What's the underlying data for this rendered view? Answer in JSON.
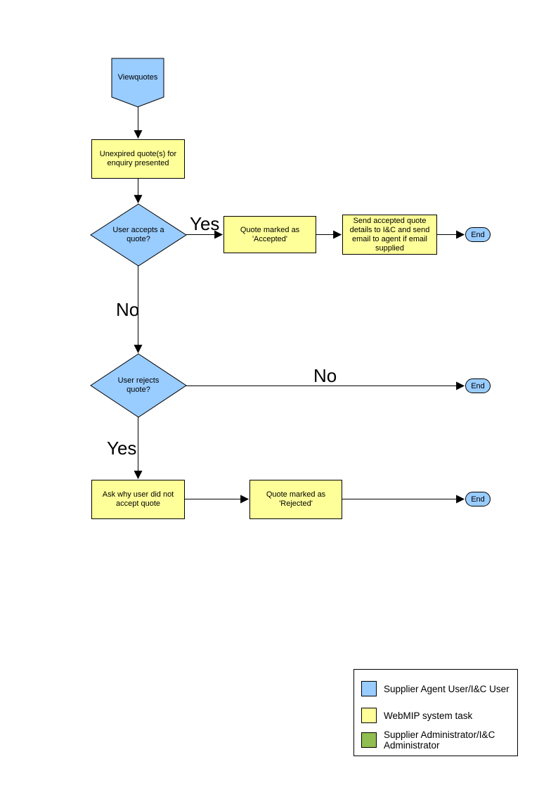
{
  "colors": {
    "user_shape": "#99CCFF",
    "system_shape": "#FFFF99",
    "admin_shape": "#90BE50",
    "line": "#000000"
  },
  "flowchart": {
    "start": {
      "label": "Viewquotes"
    },
    "process_unexpired": {
      "label": "Unexpired quote(s) for enquiry presented"
    },
    "decision_accept": {
      "label": "User accepts a quote?"
    },
    "process_accepted": {
      "label": "Quote marked as 'Accepted'"
    },
    "process_send_details": {
      "label": "Send accepted quote details to I&C and send email to agent if email supplied"
    },
    "end_accept": {
      "label": "End"
    },
    "decision_reject": {
      "label": "User rejects quote?"
    },
    "end_reject_no": {
      "label": "End"
    },
    "process_ask_why": {
      "label": "Ask why user did not accept quote"
    },
    "process_rejected": {
      "label": "Quote marked as 'Rejected'"
    },
    "end_rejected": {
      "label": "End"
    },
    "edge_labels": {
      "accept_yes": "Yes",
      "accept_no": "No",
      "reject_no": "No",
      "reject_yes": "Yes"
    }
  },
  "legend": {
    "items": [
      {
        "color": "#99CCFF",
        "label": "Supplier Agent User/I&C User"
      },
      {
        "color": "#FFFF99",
        "label": "WebMIP system task"
      },
      {
        "color": "#90BE50",
        "label": "Supplier Administrator/I&C Administrator"
      }
    ]
  }
}
